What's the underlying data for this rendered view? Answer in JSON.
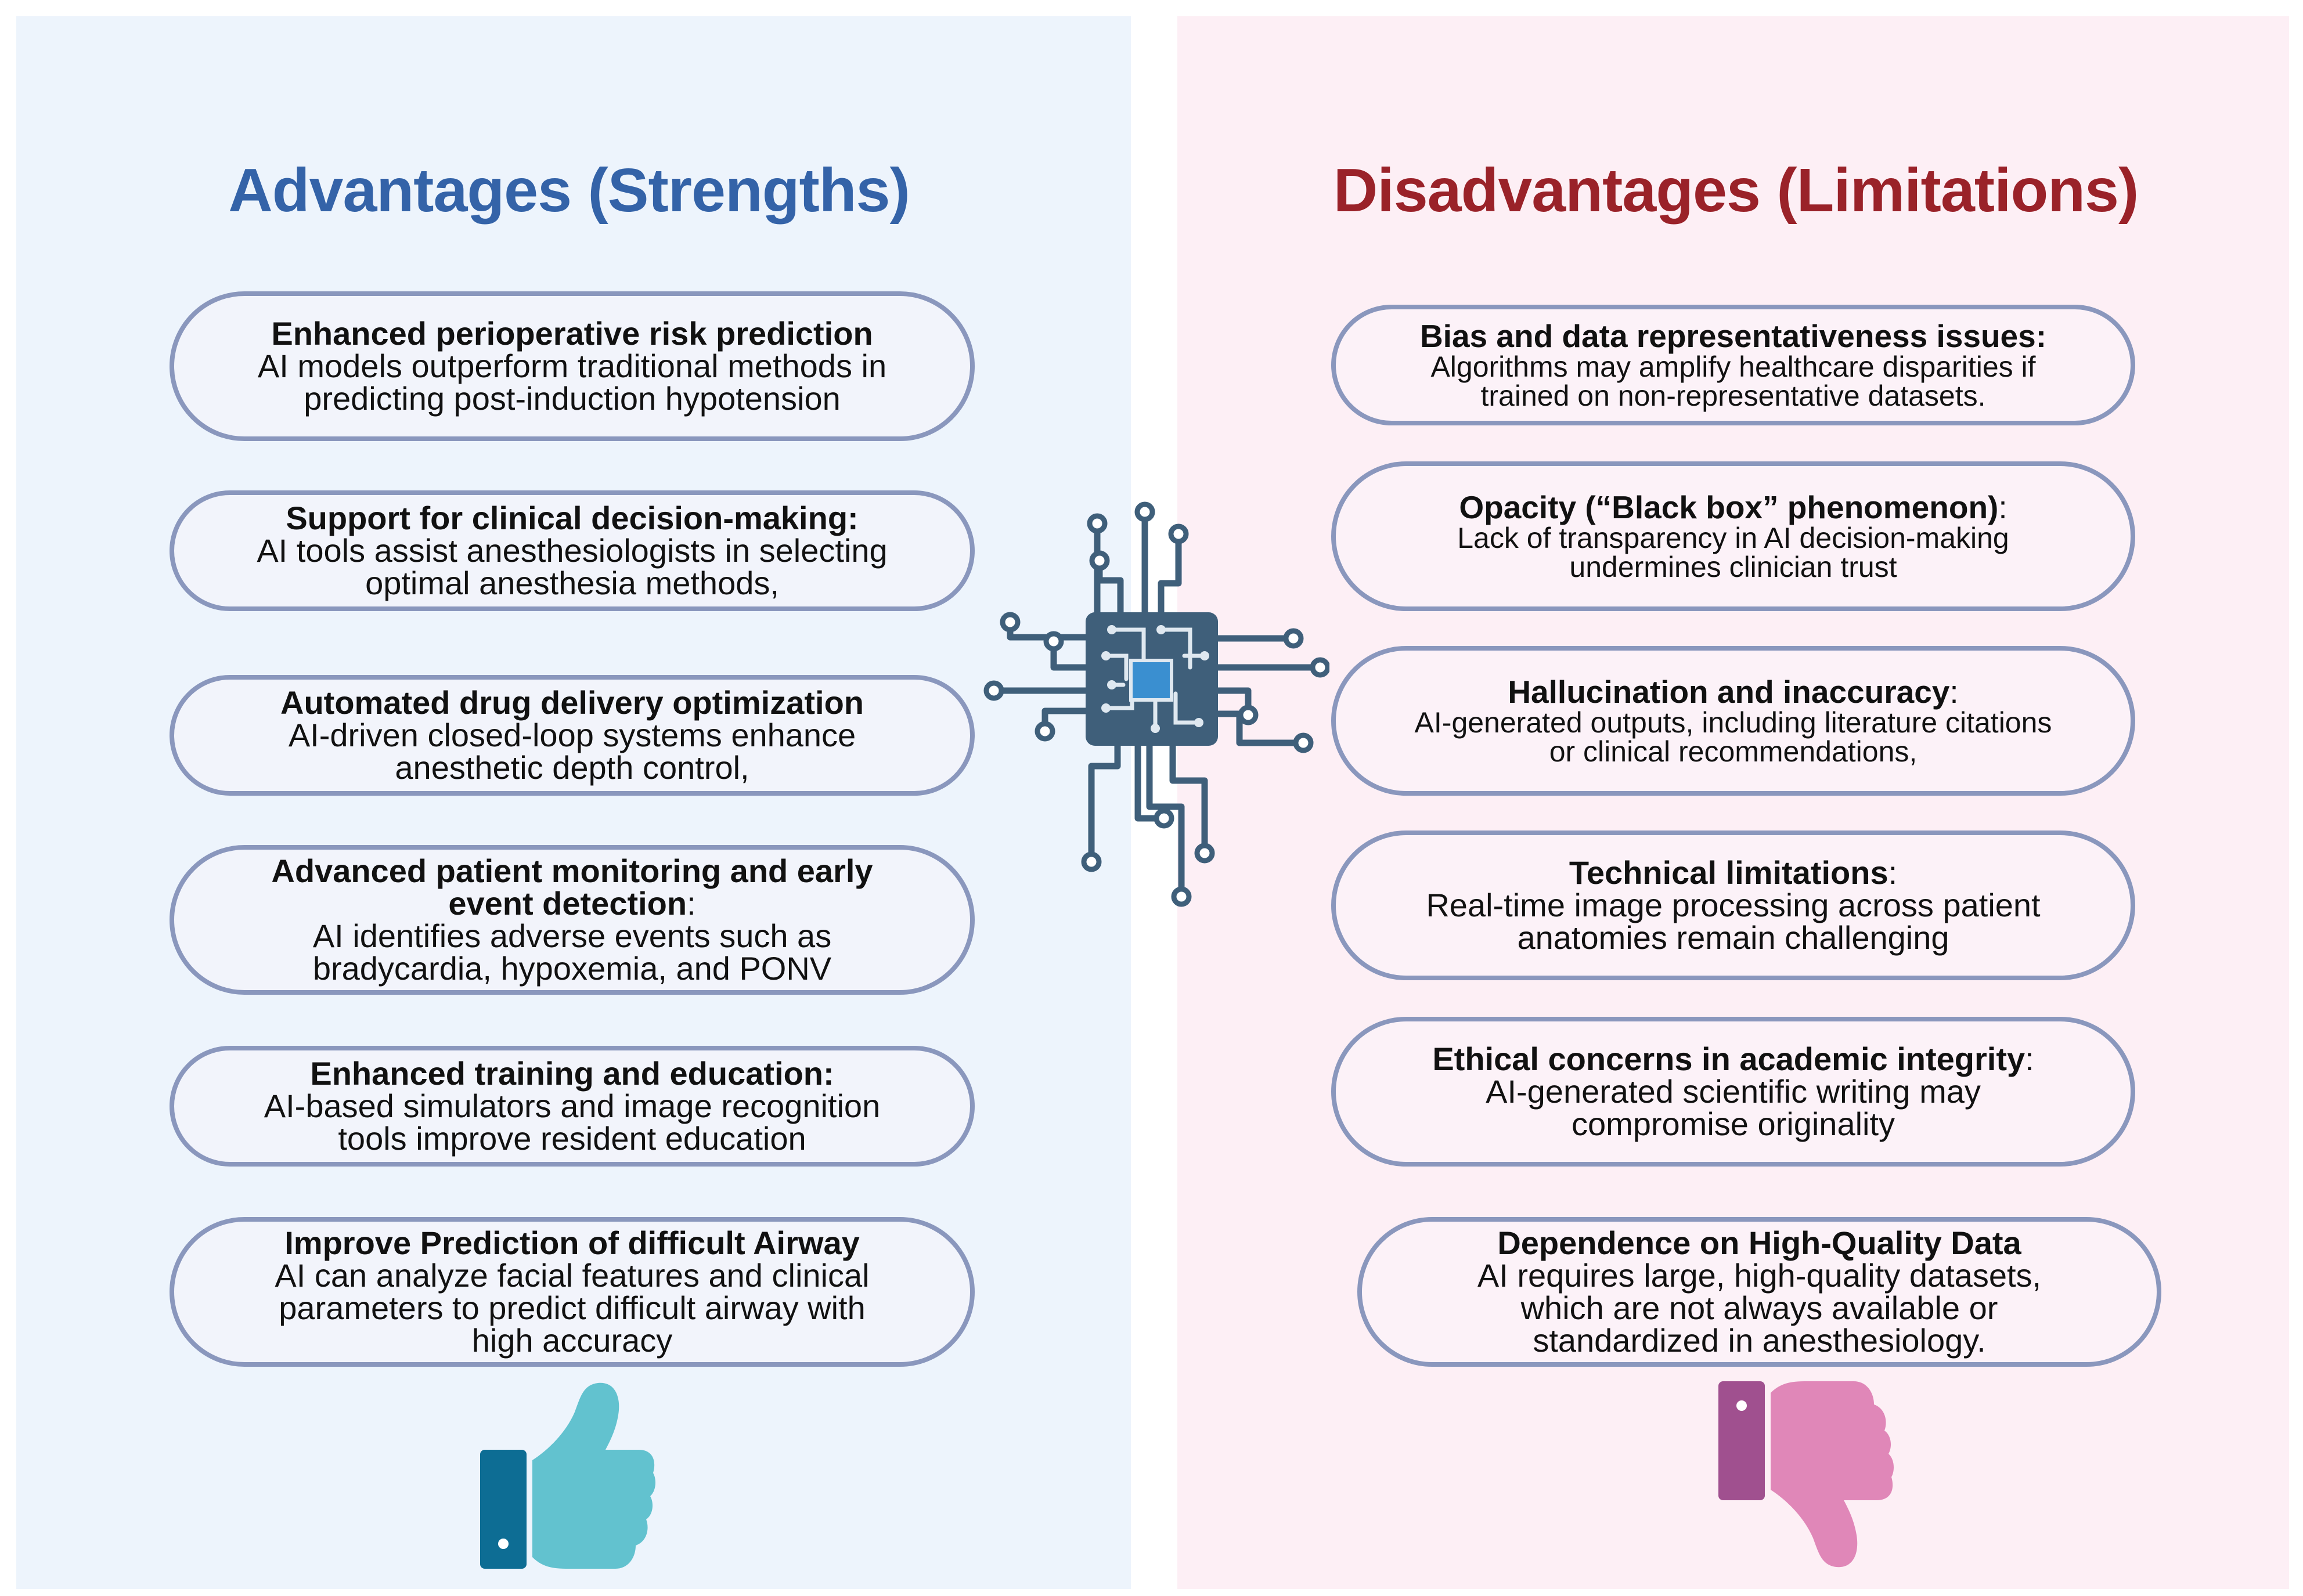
{
  "left": {
    "heading": "Advantages (Strengths)",
    "items": [
      {
        "title": "Enhanced perioperative risk prediction",
        "colon": "",
        "desc_lines": [
          "AI models outperform traditional methods in",
          "predicting post-induction hypotension"
        ]
      },
      {
        "title": "Support for clinical decision-making:",
        "colon": "",
        "desc_lines": [
          "AI tools assist anesthesiologists in selecting",
          "optimal anesthesia methods,"
        ]
      },
      {
        "title": "Automated drug delivery optimization",
        "colon": "",
        "desc_lines": [
          "AI-driven closed-loop systems enhance",
          "anesthetic depth control,"
        ]
      },
      {
        "title_lines": [
          "Advanced patient monitoring and early",
          "event detection"
        ],
        "colon": ":",
        "desc_lines": [
          "AI identifies adverse events such as",
          "bradycardia, hypoxemia, and PONV"
        ]
      },
      {
        "title": "Enhanced training and education:",
        "colon": "",
        "desc_lines": [
          "AI-based simulators and image recognition",
          "tools improve resident education"
        ]
      },
      {
        "title": "Improve Prediction of difficult Airway",
        "colon": "",
        "desc_lines": [
          "AI can analyze facial features and clinical",
          "parameters to predict difficult airway with",
          "high accuracy"
        ]
      }
    ]
  },
  "right": {
    "heading": "Disadvantages (Limitations)",
    "items": [
      {
        "title": "Bias and data representativeness issues:",
        "colon": "",
        "desc_lines": [
          "Algorithms may amplify healthcare disparities if",
          "trained on non-representative datasets."
        ]
      },
      {
        "title": "Opacity (“Black box” phenomenon)",
        "colon": ":",
        "desc_lines": [
          "Lack of transparency in AI decision-making",
          "undermines clinician trust"
        ]
      },
      {
        "title": "Hallucination and inaccuracy",
        "colon": ":",
        "desc_lines": [
          "AI-generated outputs, including literature citations",
          "or clinical recommendations,"
        ]
      },
      {
        "title": "Technical limitations",
        "colon": ":",
        "desc_lines": [
          "Real-time image processing across patient",
          "anatomies remain challenging"
        ]
      },
      {
        "title": "Ethical concerns in academic integrity",
        "colon": ":",
        "desc_lines": [
          "AI-generated scientific writing may",
          "compromise originality"
        ]
      },
      {
        "title": "Dependence on High-Quality Data",
        "colon": "",
        "desc_lines": [
          "AI requires large, high-quality datasets,",
          "which are not always available or",
          "standardized in anesthesiology."
        ]
      }
    ]
  },
  "icons": {
    "center": "ai-chip-circuit-icon",
    "left_bottom": "thumbs-up-icon",
    "right_bottom": "thumbs-down-icon"
  },
  "colors": {
    "left_panel_bg": "#edf4fc",
    "right_panel_bg": "#fdeff5",
    "left_heading": "#3463a8",
    "right_heading": "#9a2229",
    "pill_border": "#8a97bd",
    "chip": "#3f5f7a",
    "chip_core": "#3a8fd0",
    "thumb_up_main": "#62c2cf",
    "thumb_up_cuff": "#0d6d94",
    "thumb_down_main": "#e087b8",
    "thumb_down_cuff": "#a0508f"
  }
}
